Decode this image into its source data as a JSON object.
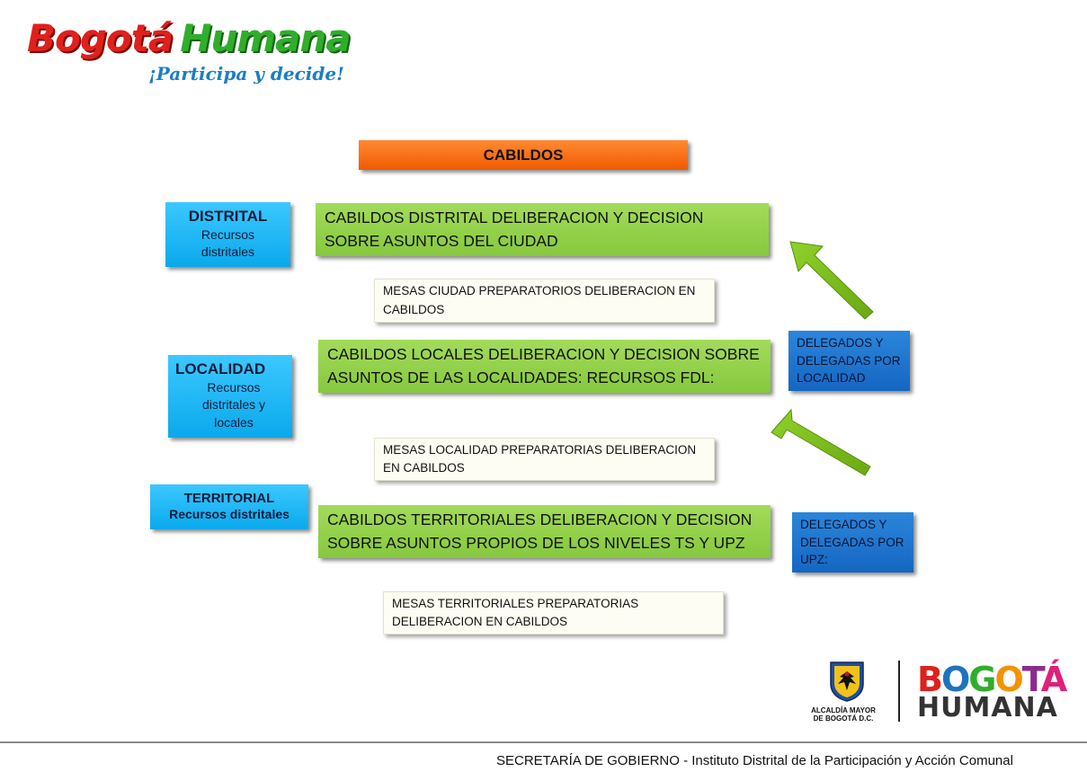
{
  "header": {
    "logo_word1": "Bogotá",
    "logo_word2": "Humana",
    "logo_tagline": "¡Participa y decide!"
  },
  "title": "CABILDOS",
  "levels": {
    "distrital": {
      "title": "DISTRITAL",
      "subtitle": "Recursos distritales"
    },
    "localidad": {
      "title": "LOCALIDAD",
      "subtitle": "Recursos distritales  y locales"
    },
    "territorial": {
      "title": "TERRITORIAL",
      "subtitle": "Recursos distritales"
    }
  },
  "cabildos": {
    "distrital": "CABILDOS  DISTRITAL DELIBERACION Y DECISION SOBRE ASUNTOS DEL CIUDAD",
    "locales": "CABILDOS LOCALES DELIBERACION Y DECISION SOBRE ASUNTOS DE LAS LOCALIDADES: RECURSOS FDL:",
    "territoriales": "CABILDOS TERRITORIALES DELIBERACION Y DECISION SOBRE ASUNTOS PROPIOS DE LOS NIVELES TS Y UPZ"
  },
  "mesas": {
    "ciudad": "MESAS CIUDAD PREPARATORIOS DELIBERACION EN CABILDOS",
    "localidad": "MESAS LOCALIDAD PREPARATORIAS DELIBERACION EN CABILDOS",
    "territoriales": "MESAS TERRITORIALES PREPARATORIAS DELIBERACION EN CABILDOS"
  },
  "delegados": {
    "localidad": "DELEGADOS Y DELEGADAS POR LOCALIDAD",
    "upz": "DELEGADOS Y DELEGADAS POR UPZ:"
  },
  "footer": {
    "seal_caption_line1": "ALCALDÍA MAYOR",
    "seal_caption_line2": "DE BOGOTÁ D.C.",
    "bh_line1": [
      "B",
      "O",
      "G",
      "O",
      "T",
      "Á"
    ],
    "bh_line2": "HUMANA",
    "institution": "SECRETARÍA DE GOBIERNO - Instituto Distrital de la Participación y Acción Comunal"
  },
  "colors": {
    "title_orange": "#f26a10",
    "label_blue": "#1bb6f5",
    "cabildo_green": "#92d050",
    "mesa_cream": "#fdfdf3",
    "delegados_blue": "#1e73c9",
    "arrow_green": "#7dc21e"
  }
}
